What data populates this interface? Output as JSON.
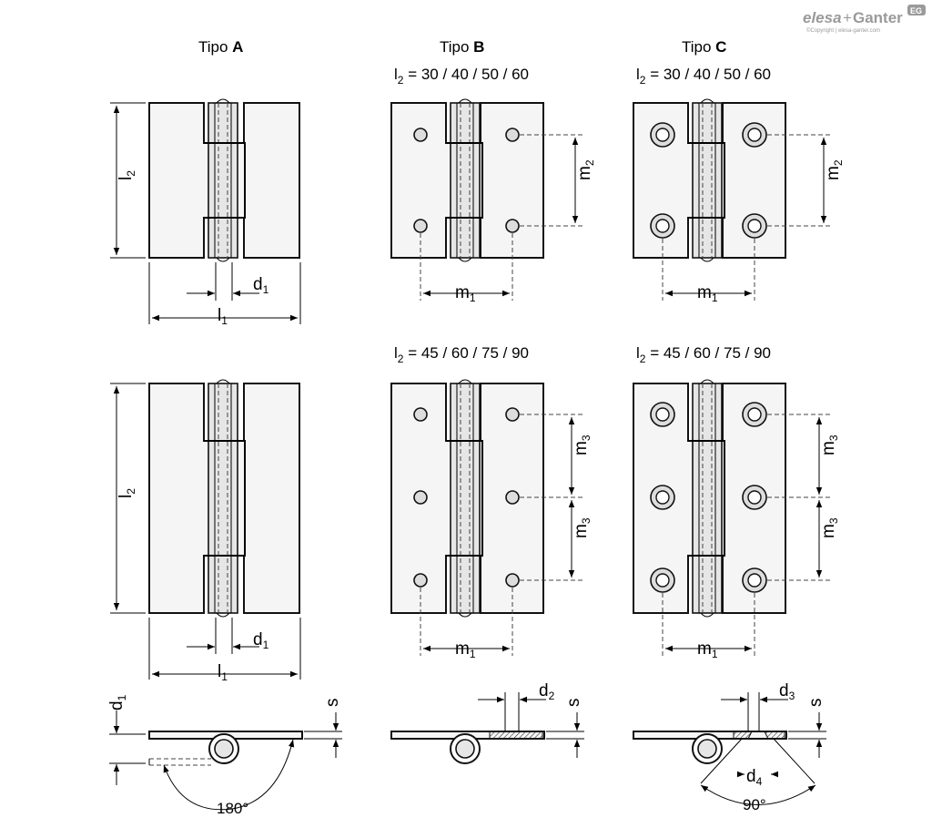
{
  "logo": {
    "brand_a": "elesa",
    "plus": "+",
    "brand_b": "Ganter",
    "badge": "EG",
    "copyright": "©Copyright | elesa-ganter.com"
  },
  "headers": {
    "type_a_prefix": "Tipo ",
    "type_a_letter": "A",
    "type_b_prefix": "Tipo ",
    "type_b_letter": "B",
    "type_c_prefix": "Tipo ",
    "type_c_letter": "C"
  },
  "sizes": {
    "small_prefix": "l",
    "small_sub": "2",
    "small_values": " = 30 / 40 / 50 / 60",
    "large_values": " = 45 / 60 / 75 / 90"
  },
  "dims": {
    "l": "l",
    "m": "m",
    "d": "d",
    "s": "s",
    "sub1": "1",
    "sub2": "2",
    "sub3": "3",
    "sub4": "4",
    "angle_180": "180°",
    "angle_90": "90°"
  }
}
